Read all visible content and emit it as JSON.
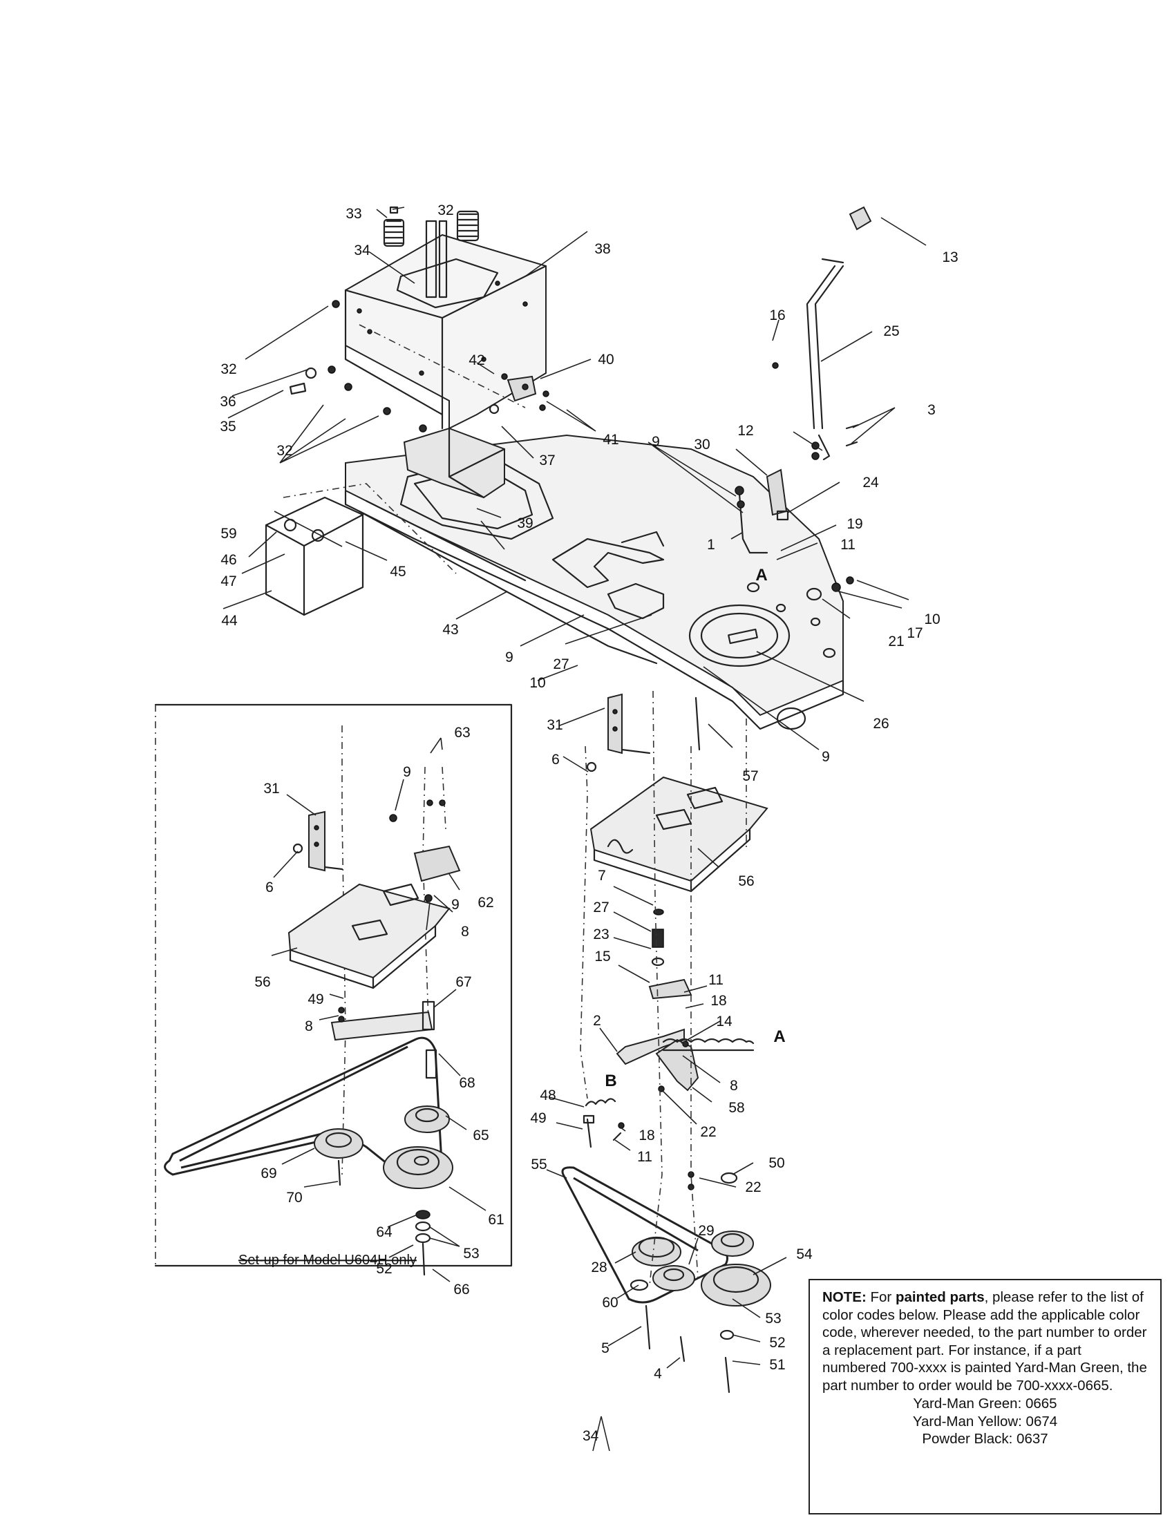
{
  "callouts": {
    "c1": "1",
    "c2": "2",
    "c3": "3",
    "c4": "4",
    "c5": "5",
    "c6a": "6",
    "c6b": "6",
    "c7": "7",
    "c8a": "8",
    "c8b": "8",
    "c8c": "8",
    "c9a": "9",
    "c9b": "9",
    "c9c": "9",
    "c9d": "9",
    "c9e": "9",
    "c10a": "10",
    "c10b": "10",
    "c11a": "11",
    "c11b": "11",
    "c11c": "11",
    "c12": "12",
    "c13": "13",
    "c14": "14",
    "c15": "15",
    "c16": "16",
    "c17": "17",
    "c18a": "18",
    "c18b": "18",
    "c19": "19",
    "c21": "21",
    "c22a": "22",
    "c22b": "22",
    "c23": "23",
    "c24": "24",
    "c25": "25",
    "c26": "26",
    "c27a": "27",
    "c27b": "27",
    "c28": "28",
    "c29": "29",
    "c30": "30",
    "c31a": "31",
    "c31b": "31",
    "c32a": "32",
    "c32b": "32",
    "c32c": "32",
    "c33": "33",
    "c34": "34",
    "c35": "35",
    "c36": "36",
    "c37": "37",
    "c38": "38",
    "c39": "39",
    "c40": "40",
    "c41": "41",
    "c42": "42",
    "c43": "43",
    "c44": "44",
    "c45": "45",
    "c46": "46",
    "c47": "47",
    "c48": "48",
    "c49a": "49",
    "c49b": "49",
    "c50": "50",
    "c51": "51",
    "c52a": "52",
    "c52b": "52",
    "c53a": "53",
    "c53b": "53",
    "c54": "54",
    "c55": "55",
    "c56a": "56",
    "c56b": "56",
    "c57": "57",
    "c58": "58",
    "c59": "59",
    "c60": "60",
    "c61": "61",
    "c62": "62",
    "c63": "63",
    "c64": "64",
    "c65": "65",
    "c66": "66",
    "c67": "67",
    "c68": "68",
    "c69": "69",
    "c70": "70"
  },
  "letters": {
    "a1": "A",
    "a2": "A",
    "b1": "B"
  },
  "inset_caption": "Set-up for Model U604H only",
  "page_number": "34",
  "note": {
    "label": "NOTE:",
    "text_1": " For ",
    "painted": "painted parts",
    "text_2": ", please refer to the list of color codes below. Please add the applicable color code, wherever needed, to the part number to order a replacement part. For instance, if a part numbered 700-xxxx is painted Yard-Man Green, the part number to order would be 700-xxxx-0665.",
    "colors": [
      "Yard-Man Green: 0665",
      "Yard-Man Yellow: 0674",
      "Powder Black: 0637"
    ]
  }
}
